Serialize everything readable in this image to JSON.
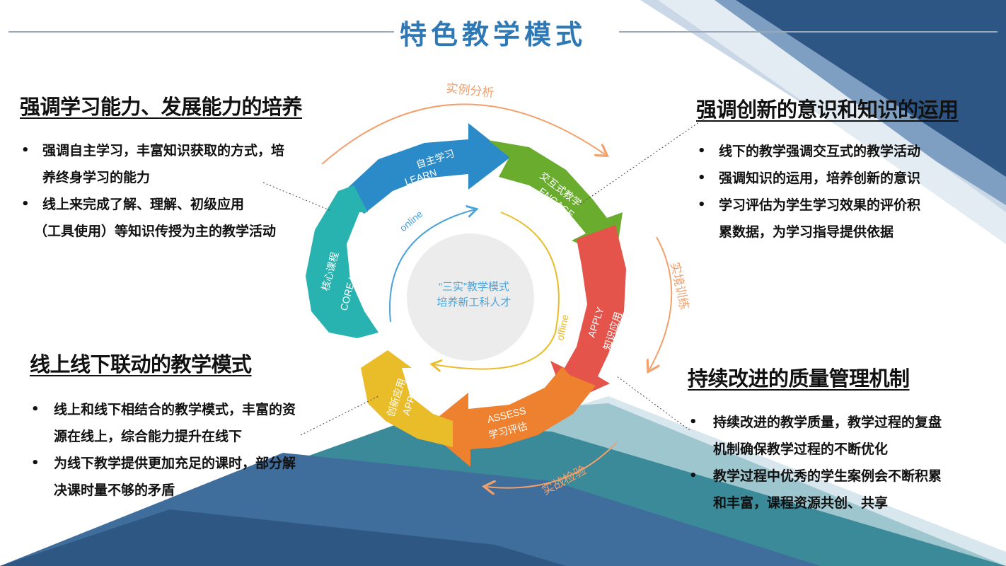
{
  "title": "特色教学模式",
  "colors": {
    "title": "#2e78b5",
    "learn": "#2a8bc8",
    "engage": "#6aac2e",
    "apply_red": "#e4544a",
    "assess": "#ee8130",
    "apply_yellow": "#e9bc2a",
    "core": "#29b3b0",
    "outer_arrows": "#f2a06c",
    "background_navy": "#2e5685"
  },
  "cycle": {
    "learn": {
      "cn": "自主学习",
      "en": "LEARN"
    },
    "engage": {
      "cn": "交互式教学",
      "en": "ENGAGE"
    },
    "apply_red": {
      "en": "APPLY",
      "cn": "知识应用"
    },
    "assess": {
      "en": "ASSESS",
      "cn": "学习评估"
    },
    "apply_yellow": {
      "cn": "创新应用",
      "en": "APPLY"
    },
    "core": {
      "cn": "核心课程",
      "en": "CORE LESSONS"
    },
    "online": "online",
    "offline": "offline",
    "center_line1": "“三实”教学模式",
    "center_line2": "培养新工科人才",
    "outer_top": "实例分析",
    "outer_right": "实境训练",
    "outer_bottom": "实战检验"
  },
  "sections": {
    "top_left": {
      "heading": "强调学习能力、发展能力的培养",
      "bullets": [
        {
          "dot": "•",
          "lines": [
            "强调自主学习，丰富知识获取的方式，培",
            "养终身学习的能力"
          ]
        },
        {
          "dot": "•",
          "lines": [
            "线上来完成了解、理解、初级应用",
            "（工具使用）等知识传授为主的教学活动"
          ]
        }
      ]
    },
    "bottom_left": {
      "heading": "线上线下联动的教学模式",
      "bullets": [
        {
          "dot": "•",
          "lines": [
            "线上和线下相结合的教学模式，丰富的资",
            "源在线上，综合能力提升在线下"
          ]
        },
        {
          "dot": "•",
          "lines": [
            "为线下教学提供更加充足的课时，部分解",
            "决课时量不够的矛盾"
          ]
        }
      ]
    },
    "top_right": {
      "heading": "强调创新的意识和知识的运用",
      "bullets": [
        {
          "dot": "•",
          "lines": [
            "线下的教学强调交互式的教学活动"
          ]
        },
        {
          "dot": "•",
          "lines": [
            "强调知识的运用，培养创新的意识"
          ]
        },
        {
          "dot": "•",
          "lines": [
            "学习评估为学生学习效果的评价积",
            "累数据，为学习指导提供依据"
          ]
        }
      ]
    },
    "bottom_right": {
      "heading": "持续改进的质量管理机制",
      "bullets": [
        {
          "dot": "•",
          "lines": [
            "持续改进的教学质量，教学过程的复盘",
            "机制确保教学过程的不断优化"
          ]
        },
        {
          "dot": "•",
          "lines": [
            "教学过程中优秀的学生案例会不断积累",
            "和丰富，课程资源共创、共享"
          ]
        }
      ]
    }
  }
}
